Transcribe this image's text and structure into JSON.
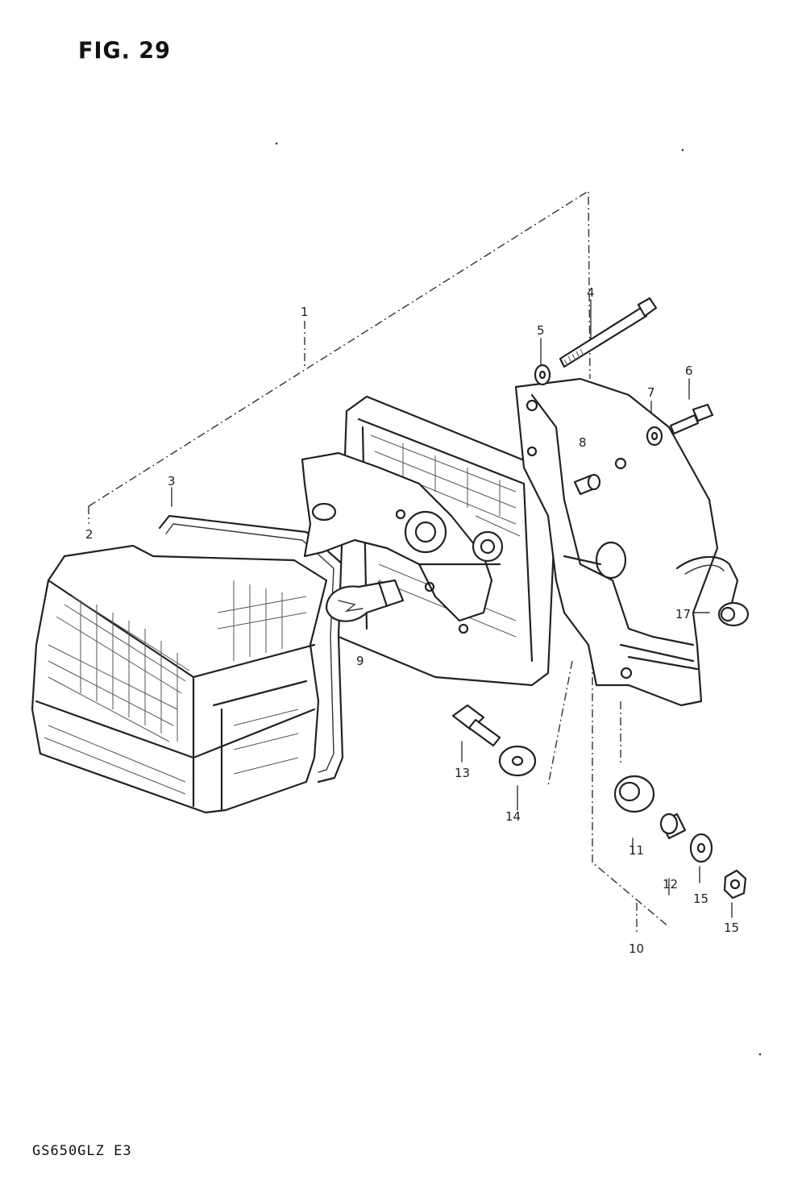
{
  "figure": {
    "title": "FIG. 29",
    "model_code": "GS650GLZ E3"
  },
  "callouts": {
    "c1": "1",
    "c2": "2",
    "c3": "3",
    "c4": "4",
    "c5": "5",
    "c6": "6",
    "c7": "7",
    "c8": "8",
    "c9": "9",
    "c10": "10",
    "c11": "11",
    "c12": "12",
    "c13": "13",
    "c14": "14",
    "c15a": "15",
    "c15b": "15",
    "c17": "17"
  }
}
